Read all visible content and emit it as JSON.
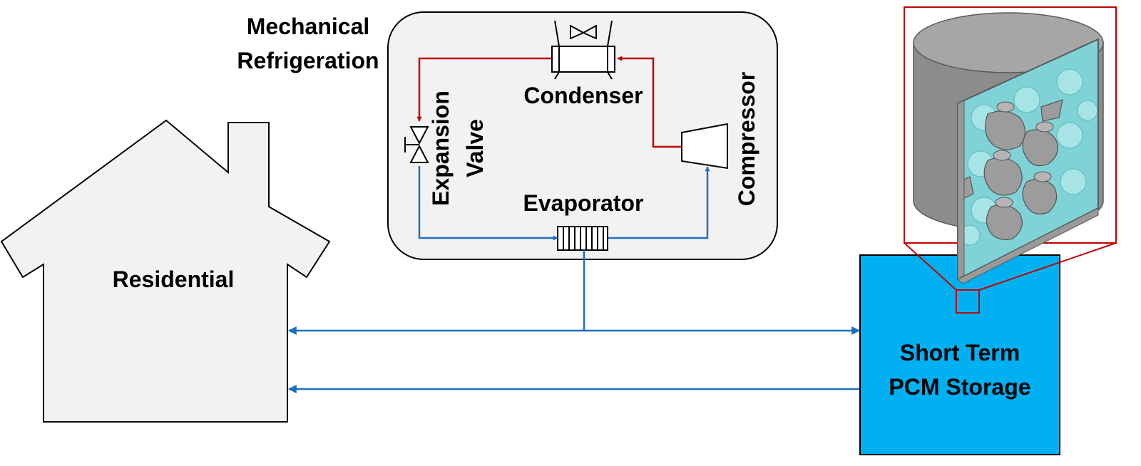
{
  "labels": {
    "mechanical_line1": "Mechanical",
    "mechanical_line2": "Refrigeration",
    "condenser": "Condenser",
    "expansion_line1": "Expansion",
    "expansion_line2": "Valve",
    "compressor": "Compressor",
    "evaporator": "Evaporator",
    "residential": "Residential",
    "storage_line1": "Short Term",
    "storage_line2": "PCM Storage"
  },
  "colors": {
    "hot_line": "#c00000",
    "cold_line": "#1f6fbf",
    "storage_fill": "#00b0f0",
    "house_fill": "#f2f2f2",
    "refrigeration_box_fill": "#f2f2f2",
    "zoom_frame": "#c00000",
    "pcm_fill": "#8ed8da",
    "metal_fill": "#8c8c8c"
  },
  "icons": {
    "condenser": "condenser-icon",
    "fan": "fan-icon",
    "expansion_valve": "expansion-valve-icon",
    "compressor": "compressor-icon",
    "evaporator": "evaporator-icon",
    "house": "house-icon",
    "storage_detail": "pcm-lattice-cylinder-icon"
  }
}
